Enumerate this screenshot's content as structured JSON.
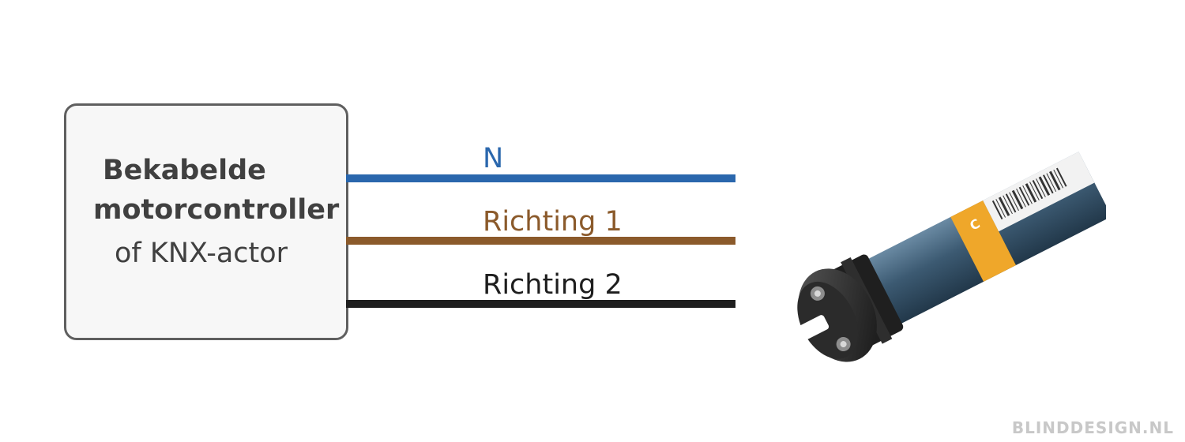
{
  "controller": {
    "line1": "Bekabelde",
    "line2": "motorcontroller",
    "line3": "of KNX-actor"
  },
  "wires": [
    {
      "label": "N",
      "color": "#2a67ad"
    },
    {
      "label": "Richting 1",
      "color": "#8b5a2b"
    },
    {
      "label": "Richting 2",
      "color": "#1e1e1e"
    }
  ],
  "watermark": "BLINDDESIGN.NL",
  "motor": {
    "icon": "tubular-motor-icon"
  }
}
